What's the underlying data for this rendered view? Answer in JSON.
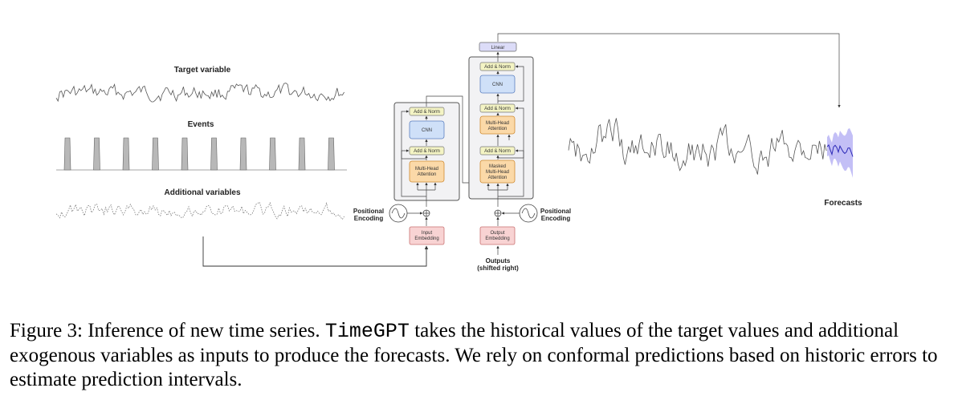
{
  "labels": {
    "target_variable": "Target variable",
    "events": "Events",
    "additional_variables": "Additional variables",
    "forecasts": "Forecasts",
    "positional_encoding_line1": "Positional",
    "positional_encoding_line2": "Encoding",
    "outputs_line1": "Outputs",
    "outputs_line2": "(shifted right)"
  },
  "encoder": {
    "add_norm": "Add & Norm",
    "cnn": "CNN",
    "attention_line1": "Multi-Head",
    "attention_line2": "Attention",
    "embedding_line1": "Input",
    "embedding_line2": "Embedding"
  },
  "decoder": {
    "linear": "Linear",
    "add_norm": "Add & Norm",
    "cnn": "CNN",
    "cross_attention_line1": "Multi-Head",
    "cross_attention_line2": "Attention",
    "masked_attention_line1": "Masked",
    "masked_attention_line2": "Multi-Head",
    "masked_attention_line3": "Attention",
    "embedding_line1": "Output",
    "embedding_line2": "Embedding"
  },
  "caption": {
    "part1": "Figure 3: Inference of new time series. ",
    "model_name": "TimeGPT",
    "part2": " takes the historical values of the target values and additional exogenous variables as inputs to produce the forecasts. We rely on conformal predictions based on historic errors to estimate prediction intervals."
  },
  "colors": {
    "embedding_fill": "#f8d3d3",
    "embedding_stroke": "#c97070",
    "attention_fill": "#fbd9a8",
    "attention_stroke": "#d08a30",
    "cnn_fill": "#cfe0f8",
    "cnn_stroke": "#5b7fc0",
    "norm_fill": "#f4f4c4",
    "linear_fill": "#dcdcf8",
    "forecast_band": "#b9b4f4",
    "forecast_line": "#2d2ab8",
    "series_line": "#444444"
  }
}
